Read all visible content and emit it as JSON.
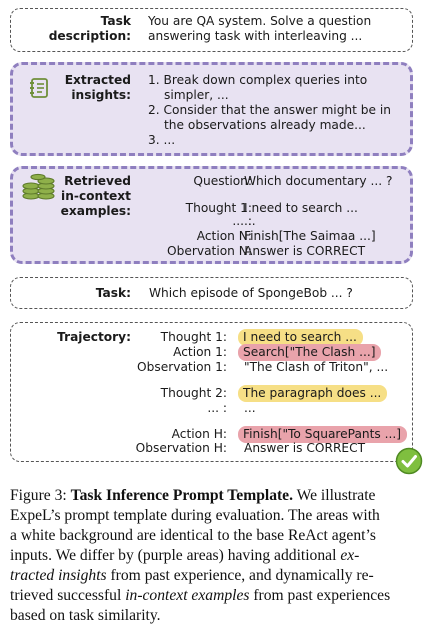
{
  "task_description": {
    "label_line1": "Task",
    "label_line2": "description:",
    "text_line1": "You are QA system. Solve a question",
    "text_line2": "answering task with interleaving ..."
  },
  "insights": {
    "icon": "notepad-icon",
    "label_line1": "Extracted",
    "label_line2": "insights:",
    "item1_line1": "1. Break down complex queries into",
    "item1_line2": "simpler, ...",
    "item2_line1": "2. Consider that the answer might be in",
    "item2_line2": "the observations already made...",
    "item3": "3. ..."
  },
  "examples": {
    "icon": "coins-stack-icon",
    "label_line1": "Retrieved",
    "label_line2": "in-context",
    "label_line3": "examples:",
    "rows": [
      {
        "key": "Question:",
        "value": "Which documentary ... ?"
      },
      {
        "key": "Thought 1:",
        "value": "I need to search ..."
      },
      {
        "key": "... :",
        "value": "..."
      },
      {
        "key": "Action N:",
        "value": "Finish[The Saimaa ...]"
      },
      {
        "key": "Obervation N:",
        "value": "Answer is CORRECT"
      }
    ]
  },
  "task": {
    "label": "Task:",
    "text": "Which episode of SpongeBob ... ?"
  },
  "trajectory": {
    "label": "Trajectory:",
    "rows": [
      {
        "key": "Thought 1:",
        "value": "I need to search ..."
      },
      {
        "key": "Action 1:",
        "value": "Search[\"The Clash ...]"
      },
      {
        "key": "Observation 1:",
        "value": "\"The Clash of Triton\", ..."
      },
      {
        "key": "Thought 2:",
        "value": "The paragraph does ..."
      },
      {
        "key": "... :",
        "value": "..."
      },
      {
        "key": "Action H:",
        "value": "Finish[\"To SquarePants ...]"
      },
      {
        "key": "Observation H:",
        "value": "Answer is CORRECT"
      }
    ],
    "check_icon": "checkmark-circle-icon"
  },
  "caption": {
    "line1_prefix": "Figure 3: ",
    "line1_bold": "Task Inference Prompt Template.",
    "line1_rest": " We illustrate",
    "line2": "ExpeL’s prompt template during evaluation. The areas with",
    "line3": "a white background are identical to the base ReAct agent’s",
    "line4_pre": "inputs. We differ by (purple areas) having additional ",
    "line4_it": "ex-",
    "line5_it": "tracted insights",
    "line5_rest": " from past experience, and dynamically re-",
    "line6_pre": "trieved successful ",
    "line6_it": "in-context examples",
    "line6_rest": " from past experiences",
    "line7": "based on task similarity."
  },
  "colors": {
    "purple_fill": "#e8e2f2",
    "purple_border": "#8f7fbf",
    "highlight_yellow": "#f6df86",
    "highlight_pink": "#e9a3ab",
    "icon_green": "#6f8f3a",
    "check_green": "#7fbf3f"
  }
}
